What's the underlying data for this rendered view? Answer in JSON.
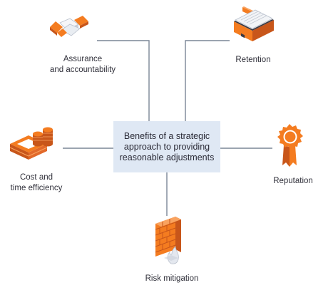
{
  "center": {
    "text": "Benefits of a strategic approach to providing reasonable adjustments"
  },
  "benefits": {
    "assurance": {
      "line1": "Assurance",
      "line2": "and accountability",
      "icon": "handshake-icon"
    },
    "retention": {
      "label": "Retention",
      "icon": "briefcase-icon"
    },
    "reputation": {
      "label": "Reputation",
      "icon": "award-rosette-icon"
    },
    "cost": {
      "line1": "Cost and",
      "line2": "time efficiency",
      "icon": "money-coins-icon"
    },
    "risk": {
      "label": "Risk mitigation",
      "icon": "firewall-icon"
    }
  },
  "colors": {
    "accent": "#f47c20",
    "accent_dark": "#c8561a",
    "box": "#dfe8f4",
    "line": "#7a8596"
  }
}
